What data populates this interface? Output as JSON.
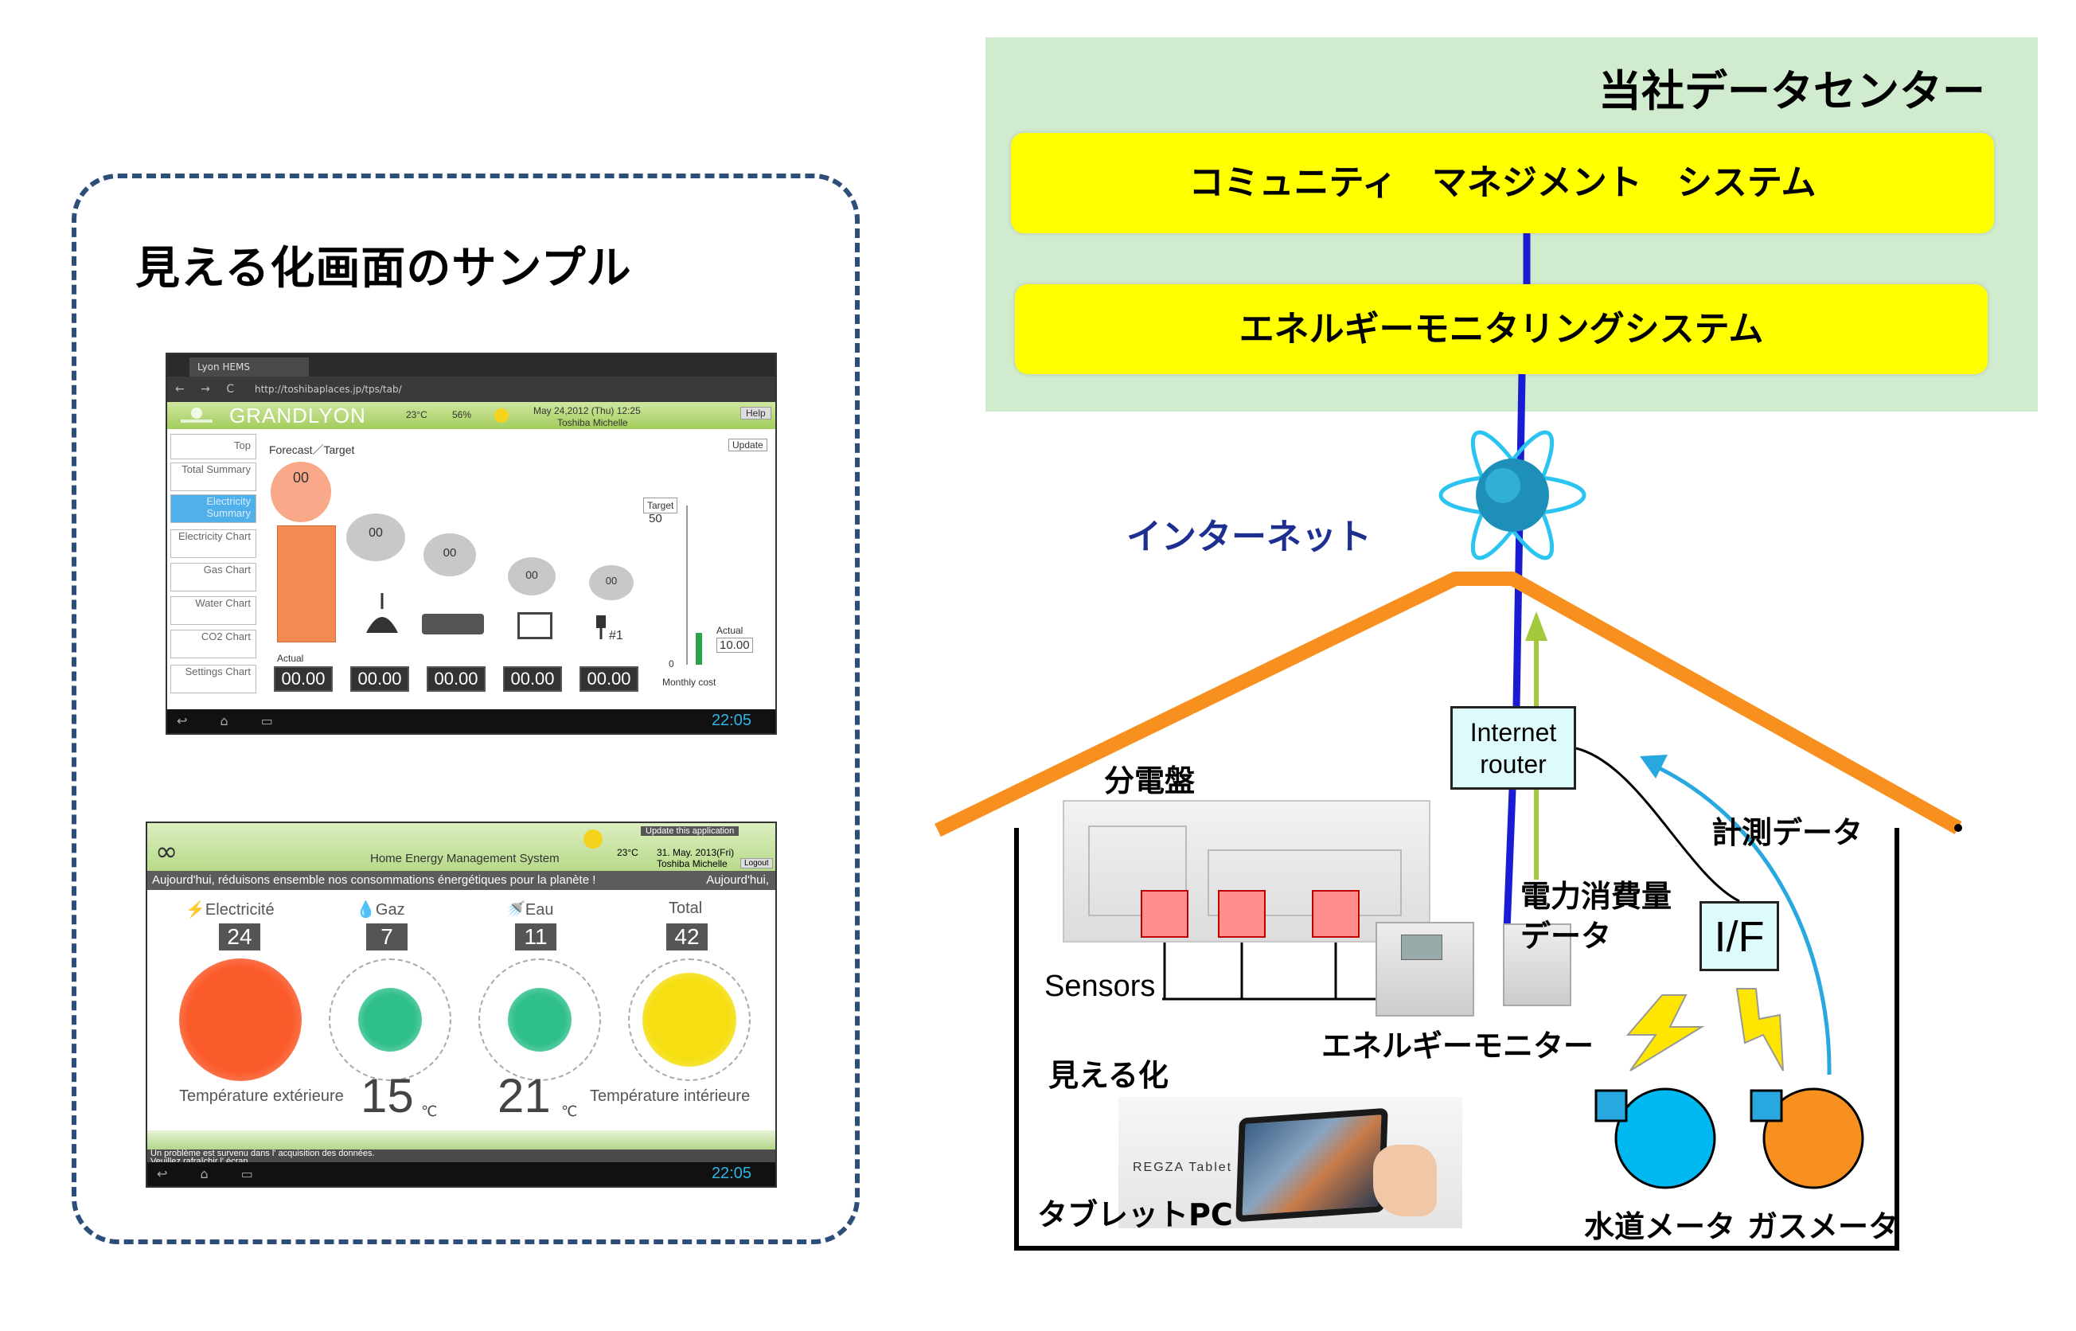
{
  "left_panel": {
    "title": "見える化画面のサンプル",
    "screenshot1": {
      "tab": "Lyon HEMS",
      "url": "http://toshibaplaces.jp/tps/tab/",
      "logo": "GRANDLYON",
      "temp": "23°C",
      "humidity": "56%",
      "date": "May 24,2012 (Thu) 12:25",
      "user": "Toshiba Michelle",
      "help": "Help",
      "menu": [
        "Top",
        "Total Summary",
        "Electricity Summary",
        "Electricity Chart",
        "Gas Chart",
        "Water Chart",
        "CO2 Chart",
        "Settings Chart"
      ],
      "forecast_label": "Forecast／Target",
      "update_label": "Update",
      "bubble_value": "00",
      "target_label": "Target",
      "target_value": "50",
      "actual_label": "Actual",
      "actual_value": "10.00",
      "zero_value": "0",
      "monthly_cost": "Monthly cost",
      "device_values": [
        "00.00",
        "00.00",
        "00.00",
        "00.00",
        "00.00"
      ],
      "plug_label": "#1",
      "clock": "22:05"
    },
    "screenshot2": {
      "update_btn": "Update this application",
      "system_title": "Home Energy Management System",
      "date": "31. May. 2013(Fri)",
      "temp": "23°C",
      "user": "Toshiba Michelle",
      "logout": "Logout",
      "banner": "Aujourd'hui, réduisons ensemble nos consommations énergétiques pour la planète !",
      "banner_right": "Aujourd'hui,",
      "categories": [
        {
          "label": "Electricité",
          "value": "24",
          "color": "#fb5a2a"
        },
        {
          "label": "Gaz",
          "value": "7",
          "color": "#2fbf8b"
        },
        {
          "label": "Eau",
          "value": "11",
          "color": "#2fbf8b"
        },
        {
          "label": "Total",
          "value": "42",
          "color": "#f5df12"
        }
      ],
      "temp_ext_label": "Température extérieure",
      "temp_ext": "15",
      "temp_int": "21",
      "temp_int_label": "Température intérieure",
      "unit": "℃",
      "error_msg1": "Un problème est survenu dans l' acquisition des données.",
      "error_msg2": "Veuillez rafraîchir l' écran.",
      "clock": "22:05"
    }
  },
  "right_diagram": {
    "datacenter_title": "当社データセンター",
    "cms": "コミュニティ　マネジメント　システム",
    "ems": "エネルギーモニタリングシステム",
    "internet": "インターネット",
    "router": "Internet router",
    "router_line1": "Internet",
    "router_line2": "router",
    "panel_label": "分電盤",
    "sensors": "Sensors",
    "power_data_line1": "電力消費量",
    "power_data_line2": "データ",
    "energy_monitor": "エネルギーモニター",
    "measure_data": "計測データ",
    "if_label": "I/F",
    "visualize": "見える化",
    "tablet": "タブレットPC",
    "tablet_brand": "REGZA Tablet",
    "water_meter": "水道メータ",
    "gas_meter": "ガスメータ",
    "colors": {
      "roof": "#f7901e",
      "internet_line": "#1b1bd1",
      "data_arrow_green": "#a3c83c",
      "data_arrow_blue": "#29a8e0",
      "water_meter": "#00b8f0",
      "gas_meter": "#f7901e",
      "lightning": "#ffe600"
    }
  }
}
